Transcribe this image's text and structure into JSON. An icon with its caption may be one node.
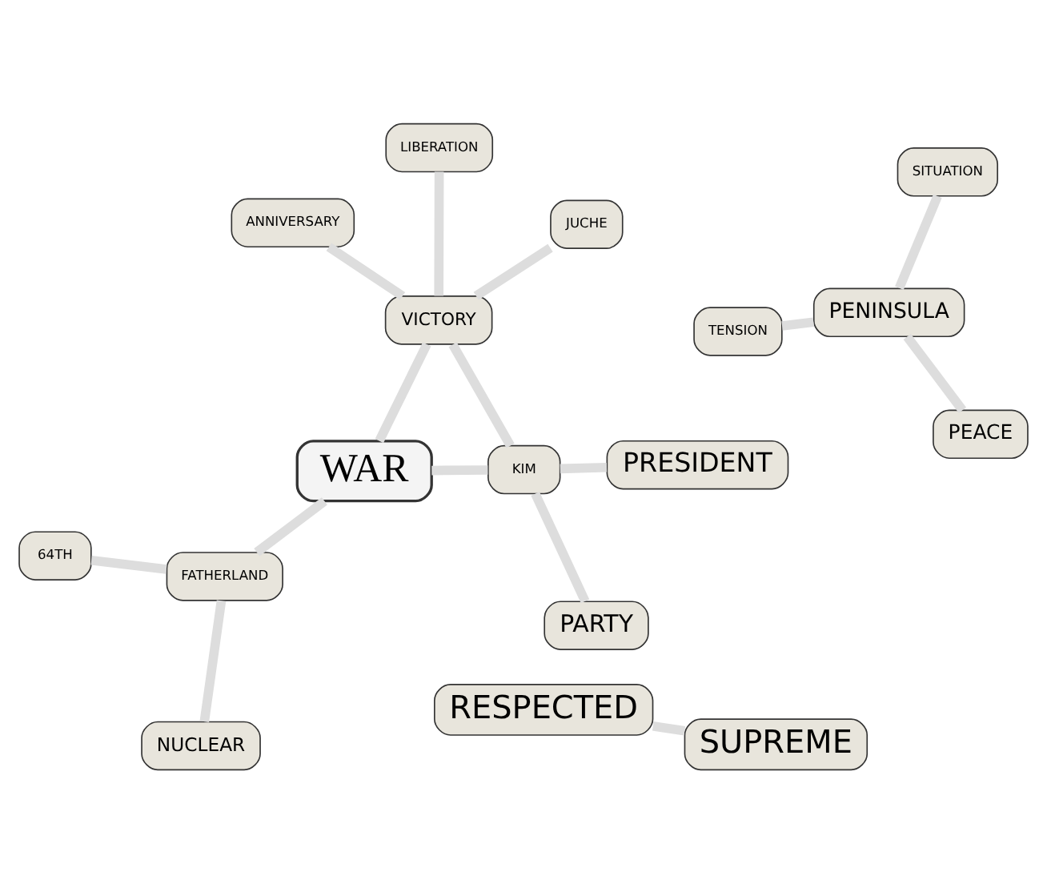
{
  "diagram": {
    "nodes": [
      {
        "text": [
          "ANNIVERSARY"
        ]
      },
      {
        "text": [
          "PRESIDENT"
        ]
      },
      {
        "text": [
          "FATHERLAND"
        ]
      },
      {
        "text": [
          "64TH"
        ]
      },
      {
        "text": [
          "RESPECTED"
        ]
      },
      {
        "text": [
          "LIBERATION"
        ]
      },
      {
        "text": [
          "WAR"
        ]
      },
      {
        "text": [
          "KIM"
        ]
      },
      {
        "text": [
          "PARTY"
        ]
      },
      {
        "text": [
          "TENSION"
        ]
      },
      {
        "text": [
          "PENINSULA"
        ]
      },
      {
        "text": [
          "PEACE"
        ]
      },
      {
        "text": [
          "VICTORY"
        ]
      },
      {
        "text": [
          "NUCLEAR"
        ]
      },
      {
        "text": [
          "SUPREME"
        ]
      },
      {
        "text": [
          "SITUATION"
        ]
      },
      {
        "text": [
          "JUCHE"
        ]
      }
    ],
    "edges": [
      {
        "from": 0,
        "to": 12,
        "arrow": "none"
      },
      {
        "from": 1,
        "to": 7,
        "arrow": "none"
      },
      {
        "from": 2,
        "to": 3,
        "arrow": "none"
      },
      {
        "from": 2,
        "to": 6,
        "arrow": "none"
      },
      {
        "from": 2,
        "to": 13,
        "arrow": "none"
      },
      {
        "from": 4,
        "to": 14,
        "arrow": "none"
      },
      {
        "from": 6,
        "to": 7,
        "arrow": "none"
      },
      {
        "from": 7,
        "to": 8,
        "arrow": "none"
      },
      {
        "from": 5,
        "to": 12,
        "arrow": "none"
      },
      {
        "from": 6,
        "to": 12,
        "arrow": "none"
      },
      {
        "from": 10,
        "to": 9,
        "arrow": "none"
      },
      {
        "from": 10,
        "to": 11,
        "arrow": "none"
      },
      {
        "from": 10,
        "to": 15,
        "arrow": "none"
      },
      {
        "from": 7,
        "to": 12,
        "arrow": "none"
      },
      {
        "from": 12,
        "to": 16,
        "arrow": "none"
      }
    ]
  }
}
